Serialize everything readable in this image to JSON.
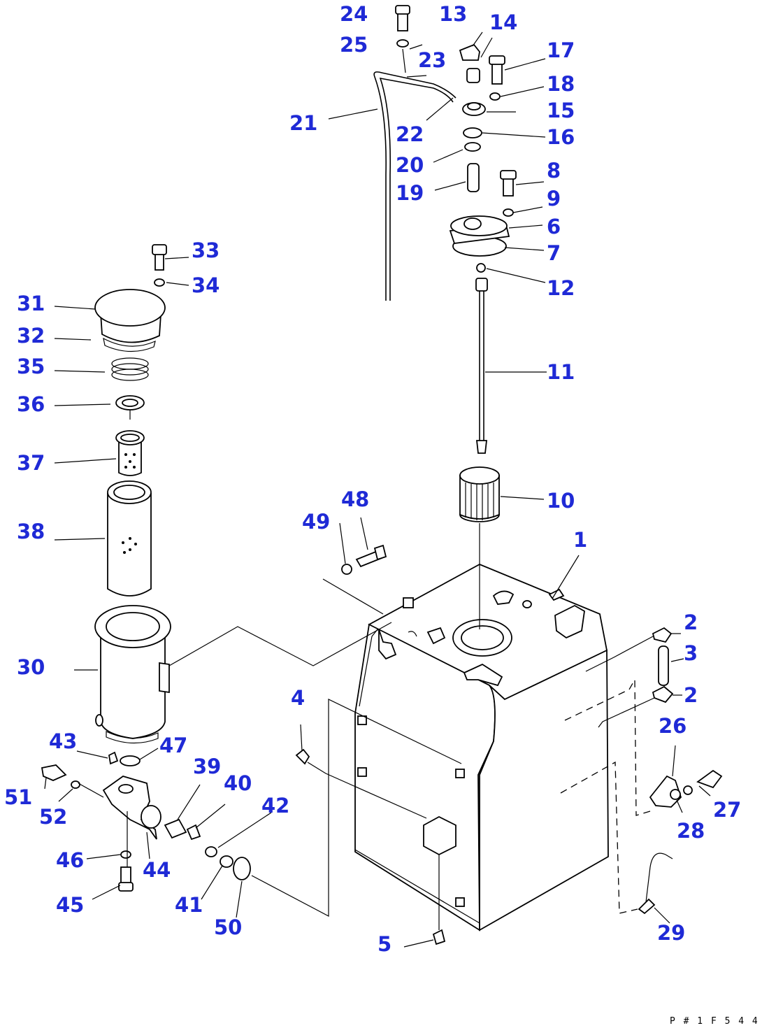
{
  "diagram": {
    "reference_code": "P # 1 F 5 4 4",
    "callouts": [
      {
        "id": "c1",
        "text": "1"
      },
      {
        "id": "c2a",
        "text": "2"
      },
      {
        "id": "c2b",
        "text": "2"
      },
      {
        "id": "c3",
        "text": "3"
      },
      {
        "id": "c4",
        "text": "4"
      },
      {
        "id": "c5",
        "text": "5"
      },
      {
        "id": "c6",
        "text": "6"
      },
      {
        "id": "c7",
        "text": "7"
      },
      {
        "id": "c8",
        "text": "8"
      },
      {
        "id": "c9",
        "text": "9"
      },
      {
        "id": "c10",
        "text": "10"
      },
      {
        "id": "c11",
        "text": "11"
      },
      {
        "id": "c12",
        "text": "12"
      },
      {
        "id": "c13",
        "text": "13"
      },
      {
        "id": "c14",
        "text": "14"
      },
      {
        "id": "c15",
        "text": "15"
      },
      {
        "id": "c16",
        "text": "16"
      },
      {
        "id": "c17",
        "text": "17"
      },
      {
        "id": "c18",
        "text": "18"
      },
      {
        "id": "c19",
        "text": "19"
      },
      {
        "id": "c20",
        "text": "20"
      },
      {
        "id": "c21",
        "text": "21"
      },
      {
        "id": "c22",
        "text": "22"
      },
      {
        "id": "c23",
        "text": "23"
      },
      {
        "id": "c24",
        "text": "24"
      },
      {
        "id": "c25",
        "text": "25"
      },
      {
        "id": "c26",
        "text": "26"
      },
      {
        "id": "c27",
        "text": "27"
      },
      {
        "id": "c28",
        "text": "28"
      },
      {
        "id": "c29",
        "text": "29"
      },
      {
        "id": "c30",
        "text": "30"
      },
      {
        "id": "c31",
        "text": "31"
      },
      {
        "id": "c32",
        "text": "32"
      },
      {
        "id": "c33",
        "text": "33"
      },
      {
        "id": "c34",
        "text": "34"
      },
      {
        "id": "c35",
        "text": "35"
      },
      {
        "id": "c36",
        "text": "36"
      },
      {
        "id": "c37",
        "text": "37"
      },
      {
        "id": "c38",
        "text": "38"
      },
      {
        "id": "c39",
        "text": "39"
      },
      {
        "id": "c40",
        "text": "40"
      },
      {
        "id": "c41",
        "text": "41"
      },
      {
        "id": "c42",
        "text": "42"
      },
      {
        "id": "c43",
        "text": "43"
      },
      {
        "id": "c44",
        "text": "44"
      },
      {
        "id": "c45",
        "text": "45"
      },
      {
        "id": "c46",
        "text": "46"
      },
      {
        "id": "c47",
        "text": "47"
      },
      {
        "id": "c48",
        "text": "48"
      },
      {
        "id": "c49",
        "text": "49"
      },
      {
        "id": "c50",
        "text": "50"
      },
      {
        "id": "c51",
        "text": "51"
      },
      {
        "id": "c52",
        "text": "52"
      }
    ]
  },
  "colors": {
    "callout": "#1f2ad6",
    "line": "#000000",
    "background": "#ffffff"
  }
}
